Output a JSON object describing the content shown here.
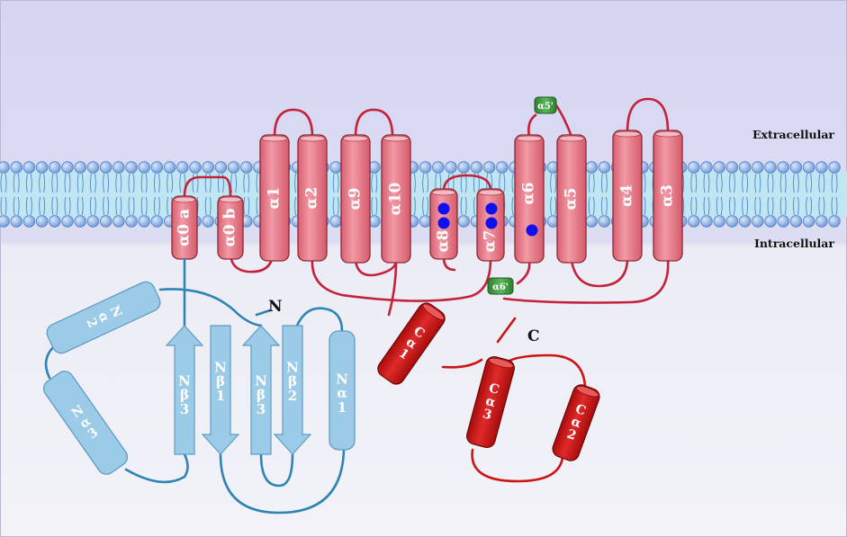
{
  "labels": {
    "extracellular": "Extracellular",
    "intracellular": "Intracellular",
    "n_terminus": "N",
    "c_terminus": "C"
  },
  "helices": {
    "a0a": "α0 a",
    "a0b": "α0 b",
    "a1": "α1",
    "a2": "α2",
    "a9": "α9",
    "a10": "α10",
    "a8": "α8",
    "a7": "α7",
    "a6": "α6",
    "a5": "α5",
    "a4": "α4",
    "a3": "α3",
    "a5p": "α5'",
    "a6p": "α6'"
  },
  "n_domain": {
    "na2": [
      "N",
      "α",
      "2"
    ],
    "na3": [
      "N",
      "α",
      "3"
    ],
    "nb3a": [
      "N",
      "β",
      "3"
    ],
    "nb1": [
      "N",
      "β",
      "1"
    ],
    "nb3b": [
      "N",
      "β",
      "3"
    ],
    "nb2": [
      "N",
      "β",
      "2"
    ],
    "na1": [
      "N",
      "α",
      "1"
    ]
  },
  "c_domain": {
    "ca1": [
      "C",
      "α",
      "1"
    ],
    "ca3": [
      "C",
      "α",
      "3"
    ],
    "ca2": [
      "C",
      "α",
      "2"
    ]
  },
  "colors": {
    "background_top": "#d9d9f5",
    "background_bottom": "#f0f0f8",
    "membrane": "#bfe6f2",
    "lipid_head": "#8db4e8",
    "tm_helix": "#e9808f",
    "tm_stroke": "#8a2a36",
    "loop": "#c4213b",
    "n_domain": "#9ccbe8",
    "n_loop": "#2f84b4",
    "c_domain": "#cc1414",
    "small_helix": "#3d9a3d",
    "ion": "#1010ee"
  }
}
